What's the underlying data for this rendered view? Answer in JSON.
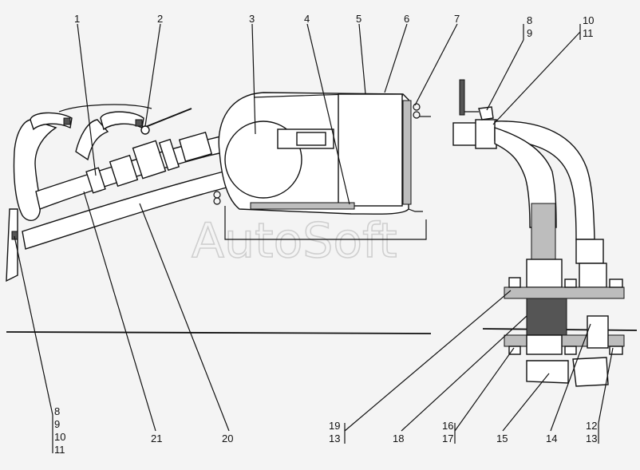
{
  "watermark": "AutoSoft",
  "callouts": {
    "c1": "1",
    "c2": "2",
    "c3": "3",
    "c4": "4",
    "c5": "5",
    "c6": "6",
    "c7": "7",
    "c8a": "8",
    "c9a": "9",
    "c10a": "10",
    "c11a": "11",
    "c8b": "8",
    "c9b": "9",
    "c10b": "10",
    "c11b": "11",
    "c21": "21",
    "c20": "20",
    "c19": "19",
    "c13a": "13",
    "c18": "18",
    "c16": "16",
    "c17": "17",
    "c15": "15",
    "c14": "14",
    "c12": "12",
    "c13b": "13"
  }
}
